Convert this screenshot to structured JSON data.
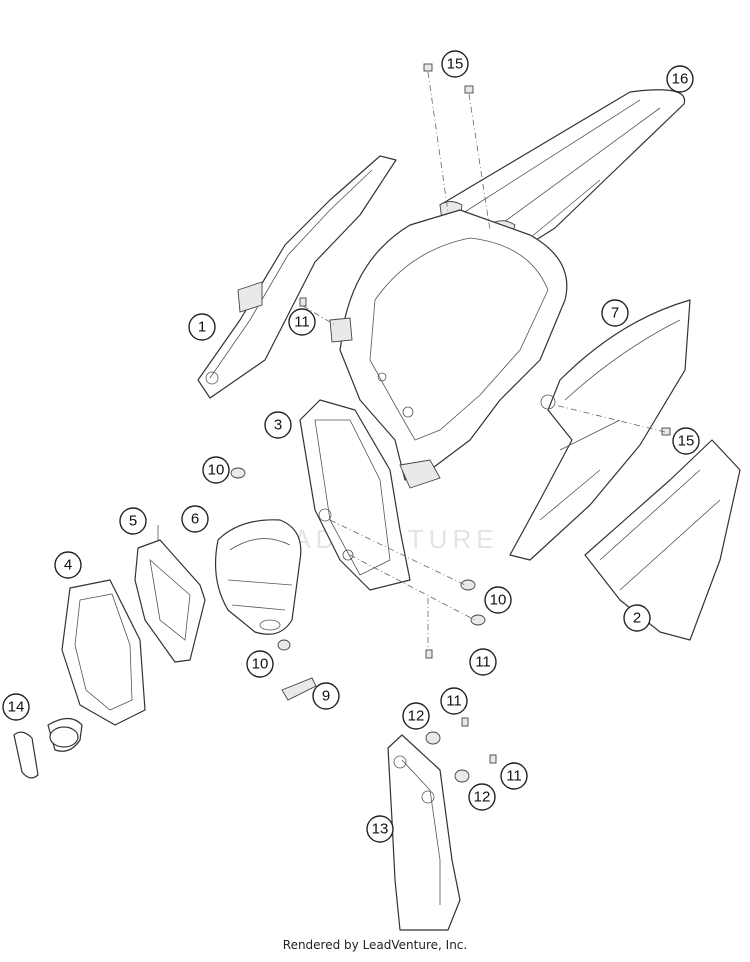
{
  "watermark": "LEADVENTURE",
  "footer": "Rendered by LeadVenture, Inc.",
  "callouts": [
    {
      "id": "c1",
      "label": "1"
    },
    {
      "id": "c2",
      "label": "2"
    },
    {
      "id": "c3",
      "label": "3"
    },
    {
      "id": "c4",
      "label": "4"
    },
    {
      "id": "c5",
      "label": "5"
    },
    {
      "id": "c6",
      "label": "6"
    },
    {
      "id": "c7",
      "label": "7"
    },
    {
      "id": "c9",
      "label": "9"
    },
    {
      "id": "c10a",
      "label": "10"
    },
    {
      "id": "c10b",
      "label": "10"
    },
    {
      "id": "c10c",
      "label": "10"
    },
    {
      "id": "c11a",
      "label": "11"
    },
    {
      "id": "c11b",
      "label": "11"
    },
    {
      "id": "c11c",
      "label": "11"
    },
    {
      "id": "c11d",
      "label": "11"
    },
    {
      "id": "c12a",
      "label": "12"
    },
    {
      "id": "c12b",
      "label": "12"
    },
    {
      "id": "c13",
      "label": "13"
    },
    {
      "id": "c14",
      "label": "14"
    },
    {
      "id": "c15a",
      "label": "15"
    },
    {
      "id": "c15b",
      "label": "15"
    },
    {
      "id": "c16",
      "label": "16"
    }
  ]
}
